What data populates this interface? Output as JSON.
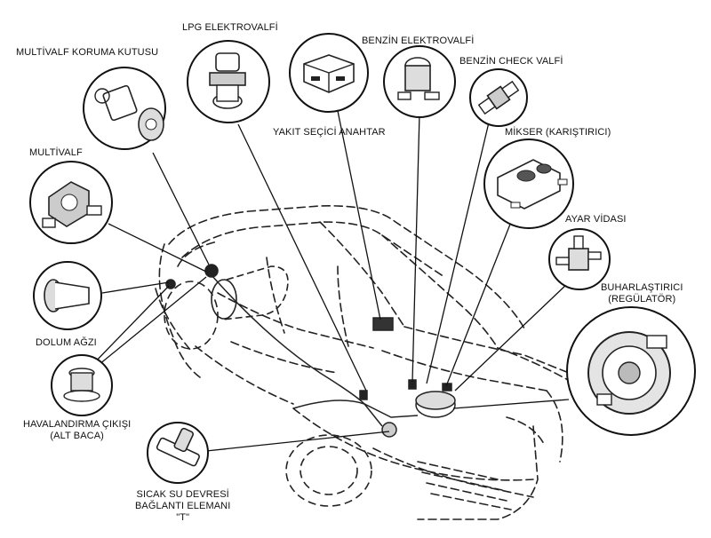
{
  "labels": {
    "multivalf_koruma_kutusu": "MULTİVALF KORUMA KUTUSU",
    "lpg_elektrovalfi": "LPG ELEKTROVALFİ",
    "benzin_elektrovalfi": "BENZİN ELEKTROVALFİ",
    "benzin_check_valfi": "BENZİN CHECK VALFİ",
    "yakit_secici_anahtar": "YAKIT SEÇİCİ ANAHTAR",
    "mikser": "MİKSER (KARIŞTIRICI)",
    "multivalf": "MULTİVALF",
    "ayar_vidasi": "AYAR VİDASI",
    "buharlastirici_line1": "BUHARLAŞTIRICI",
    "buharlastirici_line2": "(REGÜLATÖR)",
    "dolum_agzi": "DOLUM AĞZI",
    "havalandirma_line1": "HAVALANDIRMA ÇIKIŞI",
    "havalandirma_line2": "(ALT BACA)",
    "sicak_su_line1": "SICAK SU DEVRESİ",
    "sicak_su_line2": "BAĞLANTI ELEMANI",
    "sicak_su_line3": "\"T\""
  }
}
